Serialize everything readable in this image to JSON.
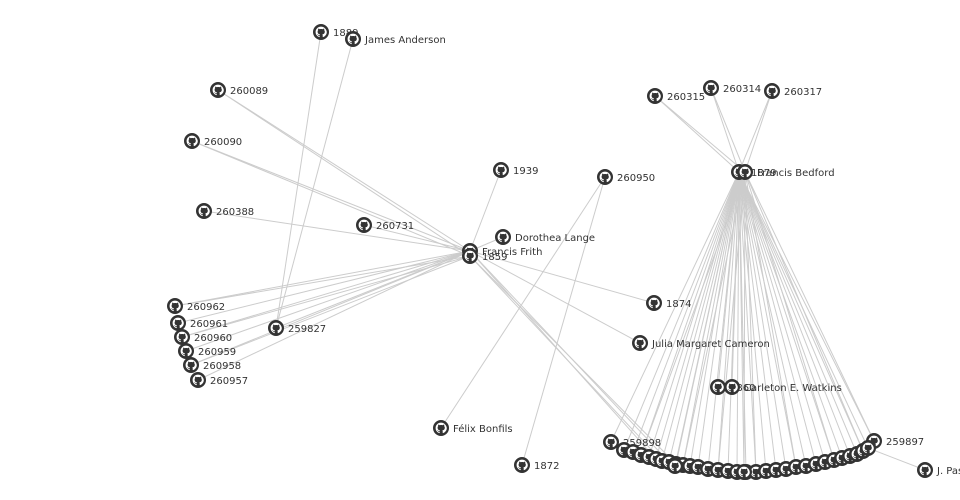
{
  "graph": {
    "icon": "github-icon",
    "colors": {
      "edge": "#cccccc",
      "node": "#333333",
      "label": "#333333",
      "background": "#ffffff"
    },
    "nodes": [
      {
        "id": "1889",
        "label": "1889"
      },
      {
        "id": "james-anderson",
        "label": "James Anderson"
      },
      {
        "id": "260089",
        "label": "260089"
      },
      {
        "id": "260090",
        "label": "260090"
      },
      {
        "id": "260388",
        "label": "260388"
      },
      {
        "id": "260731",
        "label": "260731"
      },
      {
        "id": "1939",
        "label": "1939"
      },
      {
        "id": "dorothea-lange",
        "label": "Dorothea Lange"
      },
      {
        "id": "francis-frith",
        "label": "Francis Frith"
      },
      {
        "id": "1859",
        "label": "1859"
      },
      {
        "id": "260962",
        "label": "260962"
      },
      {
        "id": "260961",
        "label": "260961"
      },
      {
        "id": "260960",
        "label": "260960"
      },
      {
        "id": "260959",
        "label": "260959"
      },
      {
        "id": "260958",
        "label": "260958"
      },
      {
        "id": "260957",
        "label": "260957"
      },
      {
        "id": "259827",
        "label": "259827"
      },
      {
        "id": "260950",
        "label": "260950"
      },
      {
        "id": "1874",
        "label": "1874"
      },
      {
        "id": "julia-margaret-cameron",
        "label": "Julia Margaret Cameron"
      },
      {
        "id": "felix-bonfils",
        "label": "Félix Bonfils"
      },
      {
        "id": "1872",
        "label": "1872"
      },
      {
        "id": "260315",
        "label": "260315"
      },
      {
        "id": "260314",
        "label": "260314"
      },
      {
        "id": "260317",
        "label": "260317"
      },
      {
        "id": "1879",
        "label": "1879"
      },
      {
        "id": "francis-bedford",
        "label": "Francis Bedford"
      },
      {
        "id": "1860",
        "label": "1860"
      },
      {
        "id": "carleton-watkins",
        "label": "Carleton E. Watkins"
      },
      {
        "id": "259898",
        "label": "259898"
      },
      {
        "id": "259897",
        "label": "259897"
      },
      {
        "id": "j-pas",
        "label": "J. Pas"
      },
      {
        "id": "c01",
        "label": ""
      },
      {
        "id": "c02",
        "label": ""
      },
      {
        "id": "c03",
        "label": ""
      },
      {
        "id": "c04",
        "label": ""
      },
      {
        "id": "c05",
        "label": ""
      },
      {
        "id": "c06",
        "label": ""
      },
      {
        "id": "c07",
        "label": ""
      },
      {
        "id": "c08",
        "label": ""
      },
      {
        "id": "c09",
        "label": ""
      },
      {
        "id": "c10",
        "label": ""
      },
      {
        "id": "c11",
        "label": ""
      },
      {
        "id": "c12",
        "label": ""
      },
      {
        "id": "c13",
        "label": ""
      },
      {
        "id": "c14",
        "label": ""
      },
      {
        "id": "c15",
        "label": ""
      },
      {
        "id": "c16",
        "label": ""
      },
      {
        "id": "c17",
        "label": ""
      },
      {
        "id": "c18",
        "label": ""
      },
      {
        "id": "c19",
        "label": ""
      },
      {
        "id": "c20",
        "label": ""
      },
      {
        "id": "c21",
        "label": ""
      },
      {
        "id": "c22",
        "label": ""
      },
      {
        "id": "c23",
        "label": ""
      },
      {
        "id": "c24",
        "label": ""
      },
      {
        "id": "c25",
        "label": ""
      },
      {
        "id": "c26",
        "label": ""
      },
      {
        "id": "c27",
        "label": ""
      },
      {
        "id": "c28",
        "label": ""
      },
      {
        "id": "c29",
        "label": ""
      },
      {
        "id": "c30",
        "label": ""
      },
      {
        "id": "c31",
        "label": ""
      },
      {
        "id": "c32",
        "label": ""
      }
    ],
    "edges": [
      [
        "francis-frith",
        "260089"
      ],
      [
        "francis-frith",
        "260090"
      ],
      [
        "francis-frith",
        "260388"
      ],
      [
        "francis-frith",
        "260731"
      ],
      [
        "francis-frith",
        "1939"
      ],
      [
        "francis-frith",
        "dorothea-lange"
      ],
      [
        "francis-frith",
        "1859"
      ],
      [
        "francis-frith",
        "260962"
      ],
      [
        "francis-frith",
        "260961"
      ],
      [
        "francis-frith",
        "260960"
      ],
      [
        "francis-frith",
        "260959"
      ],
      [
        "francis-frith",
        "260958"
      ],
      [
        "francis-frith",
        "260957"
      ],
      [
        "francis-frith",
        "259827"
      ],
      [
        "francis-frith",
        "1874"
      ],
      [
        "francis-frith",
        "julia-margaret-cameron"
      ],
      [
        "francis-frith",
        "c05"
      ],
      [
        "francis-frith",
        "c07"
      ],
      [
        "1859",
        "260089"
      ],
      [
        "1859",
        "260090"
      ],
      [
        "1859",
        "260962"
      ],
      [
        "1859",
        "260960"
      ],
      [
        "1859",
        "260958"
      ],
      [
        "1859",
        "c06"
      ],
      [
        "1859",
        "c08"
      ],
      [
        "259827",
        "1889"
      ],
      [
        "259827",
        "james-anderson"
      ],
      [
        "260950",
        "felix-bonfils"
      ],
      [
        "260950",
        "1872"
      ],
      [
        "1879",
        "260315"
      ],
      [
        "1879",
        "260314"
      ],
      [
        "1879",
        "260317"
      ],
      [
        "francis-bedford",
        "260315"
      ],
      [
        "francis-bedford",
        "260314"
      ],
      [
        "francis-bedford",
        "260317"
      ],
      [
        "1879",
        "259898"
      ],
      [
        "1879",
        "259897"
      ],
      [
        "1879",
        "1860"
      ],
      [
        "1879",
        "carleton-watkins"
      ],
      [
        "1879",
        "c01"
      ],
      [
        "1879",
        "c02"
      ],
      [
        "1879",
        "c03"
      ],
      [
        "1879",
        "c04"
      ],
      [
        "1879",
        "c05"
      ],
      [
        "1879",
        "c06"
      ],
      [
        "1879",
        "c07"
      ],
      [
        "1879",
        "c08"
      ],
      [
        "1879",
        "c09"
      ],
      [
        "1879",
        "c10"
      ],
      [
        "1879",
        "c11"
      ],
      [
        "1879",
        "c12"
      ],
      [
        "1879",
        "c13"
      ],
      [
        "1879",
        "c14"
      ],
      [
        "1879",
        "c15"
      ],
      [
        "1879",
        "c16"
      ],
      [
        "1879",
        "c17"
      ],
      [
        "1879",
        "c18"
      ],
      [
        "1879",
        "c19"
      ],
      [
        "1879",
        "c20"
      ],
      [
        "1879",
        "c21"
      ],
      [
        "1879",
        "c22"
      ],
      [
        "1879",
        "c23"
      ],
      [
        "1879",
        "c24"
      ],
      [
        "1879",
        "c25"
      ],
      [
        "1879",
        "c26"
      ],
      [
        "1879",
        "c27"
      ],
      [
        "1879",
        "c28"
      ],
      [
        "1879",
        "c29"
      ],
      [
        "1879",
        "c30"
      ],
      [
        "1879",
        "c31"
      ],
      [
        "1879",
        "c32"
      ],
      [
        "francis-bedford",
        "c03"
      ],
      [
        "francis-bedford",
        "c09"
      ],
      [
        "francis-bedford",
        "c13"
      ],
      [
        "francis-bedford",
        "c17"
      ],
      [
        "francis-bedford",
        "c21"
      ],
      [
        "francis-bedford",
        "c25"
      ],
      [
        "francis-bedford",
        "c29"
      ],
      [
        "francis-bedford",
        "c32"
      ],
      [
        "francis-bedford",
        "259897"
      ],
      [
        "c30",
        "j-pas"
      ]
    ]
  }
}
